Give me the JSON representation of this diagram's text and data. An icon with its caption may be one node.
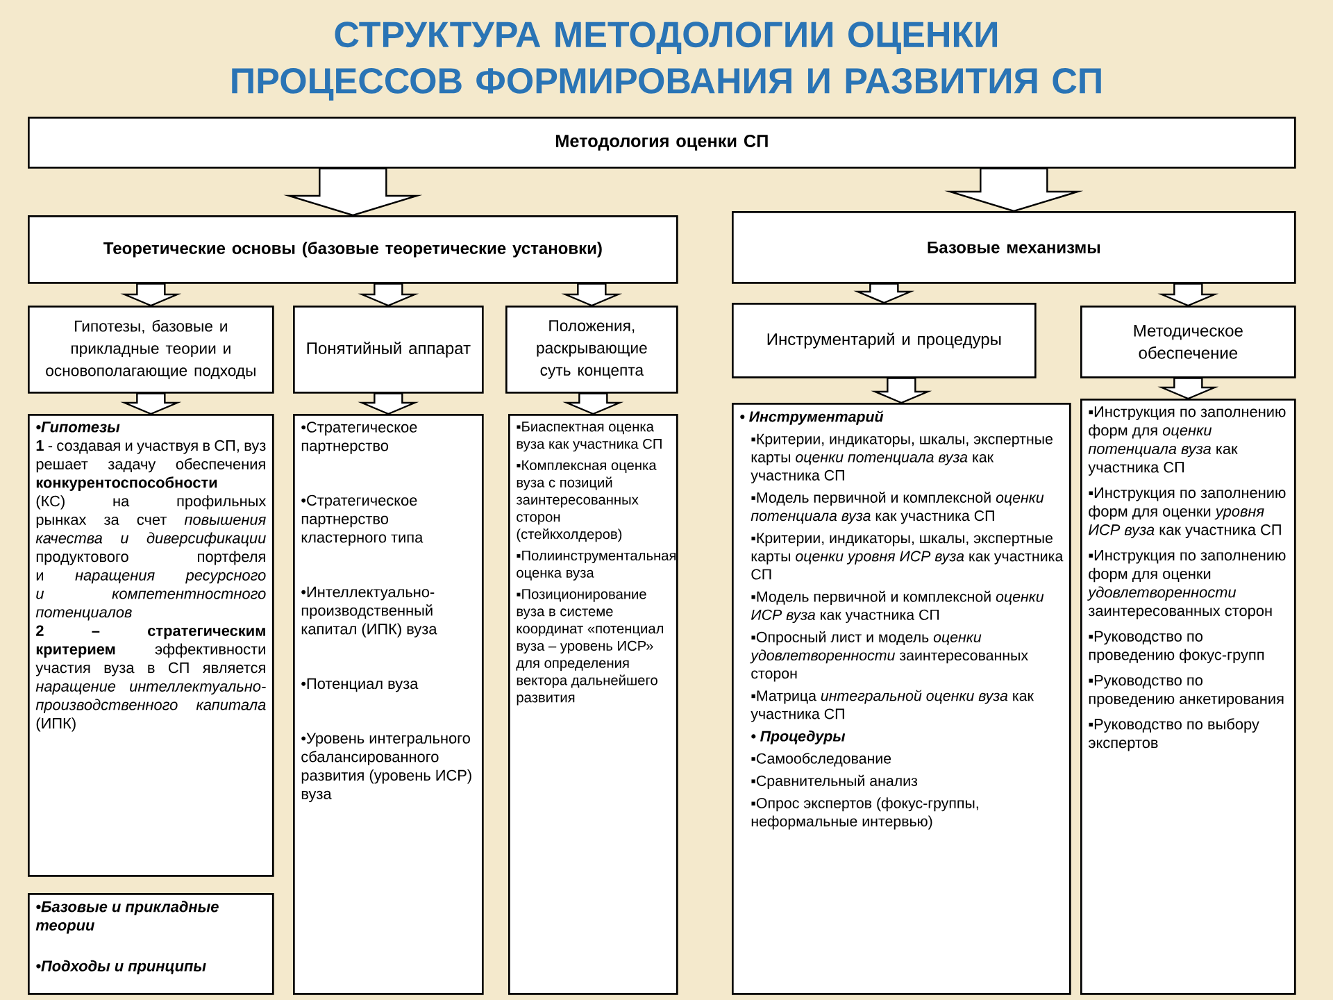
{
  "diagram": {
    "title": "СТРУКТУРА МЕТОДОЛОГИИ ОЦЕНКИ ПРОЦЕССОВ ФОРМИРОВАНИЯ И РАЗВИТИЯ СП",
    "nodes": [
      {
        "text": [
          "Методология оценки СП"
        ]
      },
      {
        "text": [
          "Теоретические основы (базовые теоретические установки)"
        ]
      },
      {
        "text": [
          "Базовые механизмы"
        ]
      },
      {
        "text": [
          "Гипотезы, базовые и прикладные теории и основополагающие подходы"
        ]
      },
      {
        "text": [
          "Понятийный аппарат"
        ]
      },
      {
        "text": [
          "Положения, раскрывающие суть концепта"
        ]
      },
      {
        "text": [
          "Инструментарий и процедуры"
        ]
      },
      {
        "text": [
          "Методическое обеспечение"
        ]
      },
      {
        "text": [
          "•Гипотезы",
          "**1** - создавая и участвуя в СП, вуз решает задачу обеспечения **конкурентоспособности** (КС) на профильных рынках за счет *повышения качества и диверсификации* продуктового портфеля и *наращения ресурсного и компетентностного потенциалов*",
          "**2 – стратегическим критерием** эффективности участия вуза в СП является *наращение интеллектуально-производственного капитала* (ИПК)"
        ]
      },
      {
        "text": [
          "•Базовые и прикладные теории",
          "•Подходы и принципы"
        ]
      },
      {
        "text": [
          "•Стратегическое партнерство",
          "•Стратегическое партнерство кластерного типа",
          "•Интеллектуально-производственный капитал (ИПК) вуза",
          "•Потенциал вуза",
          "•Уровень интегрального сбалансированного развития (уровень ИСР) вуза"
        ]
      },
      {
        "text": [
          "▪Биаспектная оценка вуза как участника СП",
          "▪Комплексная оценка вуза с позиций заинтересованных сторон (стейкхолдеров)",
          "▪Полиинструментальная оценка вуза",
          "▪Позиционирование вуза в системе координат «потенциал вуза – уровень ИСР» для определения вектора дальнейшего развития"
        ]
      },
      {
        "text": [
          "• Инструментарий",
          "▪Критерии, индикаторы, шкалы, экспертные карты *оценки потенциала вуза* как участника СП",
          "▪Модель первичной и комплексной *оценки потенциала вуза* как участника СП",
          "▪Критерии, индикаторы, шкалы, экспертные карты *оценки уровня ИСР вуза* как участника СП",
          "▪Модель первичной и комплексной *оценки ИСР вуза* как участника СП",
          "▪Опросный лист и модель *оценки удовлетворенности* заинтересованных сторон",
          "▪Матрица *интегральной оценки вуза* как участника СП",
          "• Процедуры",
          "▪Самообследование",
          "▪Сравнительный анализ",
          "▪Опрос экспертов (фокус-группы, неформальные интервью)"
        ]
      },
      {
        "text": [
          "▪Инструкция по заполнению форм для *оценки потенциала вуза* как участника СП",
          "▪Инструкция по заполнению форм для оценки *уровня ИСР вуза* как участника СП",
          "▪Инструкция по заполнению форм для оценки *удовлетворенности* заинтересованных сторон",
          "▪Руководство по проведению фокус-групп",
          "▪Руководство по проведению анкетирования",
          "▪Руководство по выбору экспертов"
        ]
      }
    ],
    "edges": [
      {
        "from": 0,
        "to": 1,
        "arrow": "to"
      },
      {
        "from": 0,
        "to": 2,
        "arrow": "to"
      },
      {
        "from": 1,
        "to": 3,
        "arrow": "to"
      },
      {
        "from": 1,
        "to": 4,
        "arrow": "to"
      },
      {
        "from": 1,
        "to": 5,
        "arrow": "to"
      },
      {
        "from": 2,
        "to": 6,
        "arrow": "to"
      },
      {
        "from": 2,
        "to": 7,
        "arrow": "to"
      },
      {
        "from": 3,
        "to": 8,
        "arrow": "to"
      },
      {
        "from": 4,
        "to": 10,
        "arrow": "to"
      },
      {
        "from": 5,
        "to": 11,
        "arrow": "to"
      },
      {
        "from": 6,
        "to": 12,
        "arrow": "to"
      },
      {
        "from": 7,
        "to": 13,
        "arrow": "to"
      }
    ]
  }
}
